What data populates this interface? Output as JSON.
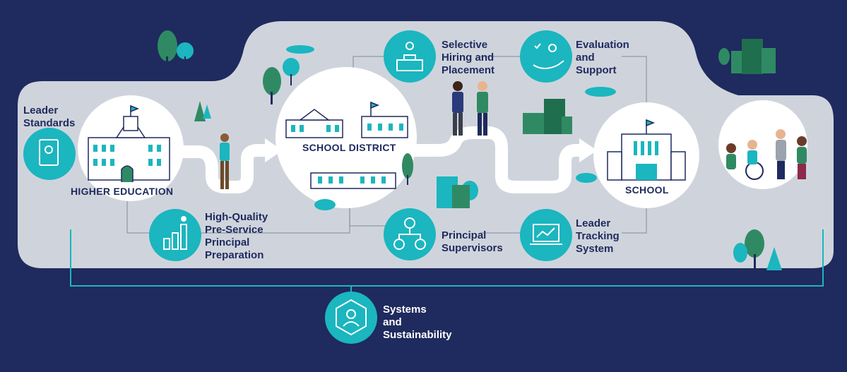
{
  "colors": {
    "background": "#1f2a5e",
    "panel": "#cfd4dc",
    "teal": "#1bb6bf",
    "navy": "#1f2a5e",
    "green": "#2f8a63"
  },
  "nodes": {
    "leader_standards": {
      "line1": "Leader",
      "line2": "Standards",
      "icon": "certificate-icon"
    },
    "higher_education": {
      "label": "HIGHER EDUCATION",
      "icon": "university-building-icon"
    },
    "pre_service": {
      "line1": "High-Quality",
      "line2": "Pre-Service",
      "line3": "Principal",
      "line4": "Preparation",
      "icon": "graduate-growth-chart-icon"
    },
    "school_district": {
      "label": "SCHOOL DISTRICT",
      "icon": "district-buildings-icon"
    },
    "selective_hiring": {
      "line1": "Selective",
      "line2": "Hiring and",
      "line3": "Placement",
      "icon": "hiring-placement-icon"
    },
    "principal_supervisors": {
      "line1": "Principal",
      "line2": "Supervisors",
      "icon": "org-chart-icon"
    },
    "evaluation_support": {
      "line1": "Evaluation",
      "line2": "and",
      "line3": "Support",
      "icon": "hand-support-icon"
    },
    "leader_tracking": {
      "line1": "Leader",
      "line2": "Tracking",
      "line3": "System",
      "icon": "laptop-chart-icon"
    },
    "school": {
      "label": "SCHOOL",
      "icon": "school-building-icon"
    },
    "systems_sustainability": {
      "line1": "Systems",
      "line2": "and",
      "line3": "Sustainability",
      "icon": "network-person-icon"
    }
  }
}
